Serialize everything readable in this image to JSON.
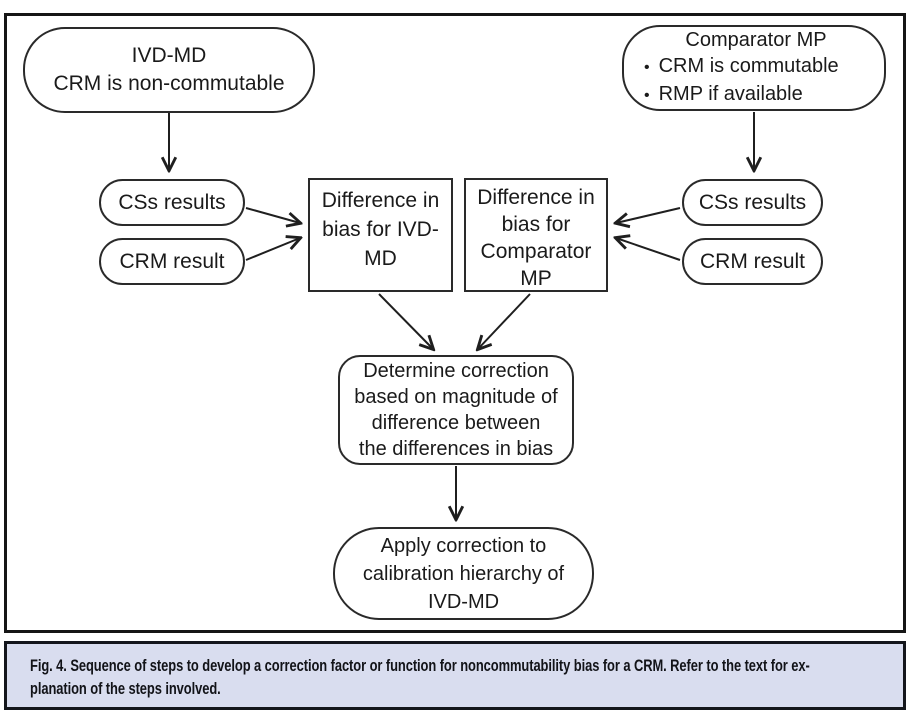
{
  "figure": {
    "bullet": "•",
    "nodes": {
      "ivd_md": {
        "lines": [
          "IVD-MD",
          "CRM is non-commutable"
        ]
      },
      "comparator_mp": {
        "title": "Comparator MP",
        "bullets": [
          "CRM is commutable",
          "RMP if available"
        ]
      },
      "left_cs_results": {
        "label": "CSs results"
      },
      "left_crm_result": {
        "label": "CRM result"
      },
      "right_cs_results": {
        "label": "CSs results"
      },
      "right_crm_result": {
        "label": "CRM result"
      },
      "diff_bias_ivd_md": {
        "lines": [
          "Difference in",
          "bias for IVD-",
          "MD"
        ]
      },
      "diff_bias_comparator": {
        "lines": [
          "Difference in",
          "bias for",
          "Comparator",
          "MP"
        ]
      },
      "determine_correction": {
        "lines": [
          "Determine correction",
          "based on magnitude of",
          "difference between",
          "the differences in bias"
        ]
      },
      "apply_correction": {
        "lines": [
          "Apply correction to",
          "calibration hierarchy of",
          "IVD-MD"
        ]
      }
    }
  },
  "caption": {
    "label": "Fig. 4.",
    "line1": " Sequence of steps to develop a correction factor or function for noncommutability bias for a CRM. Refer to the text for ex-",
    "line2": "planation of the steps involved."
  }
}
